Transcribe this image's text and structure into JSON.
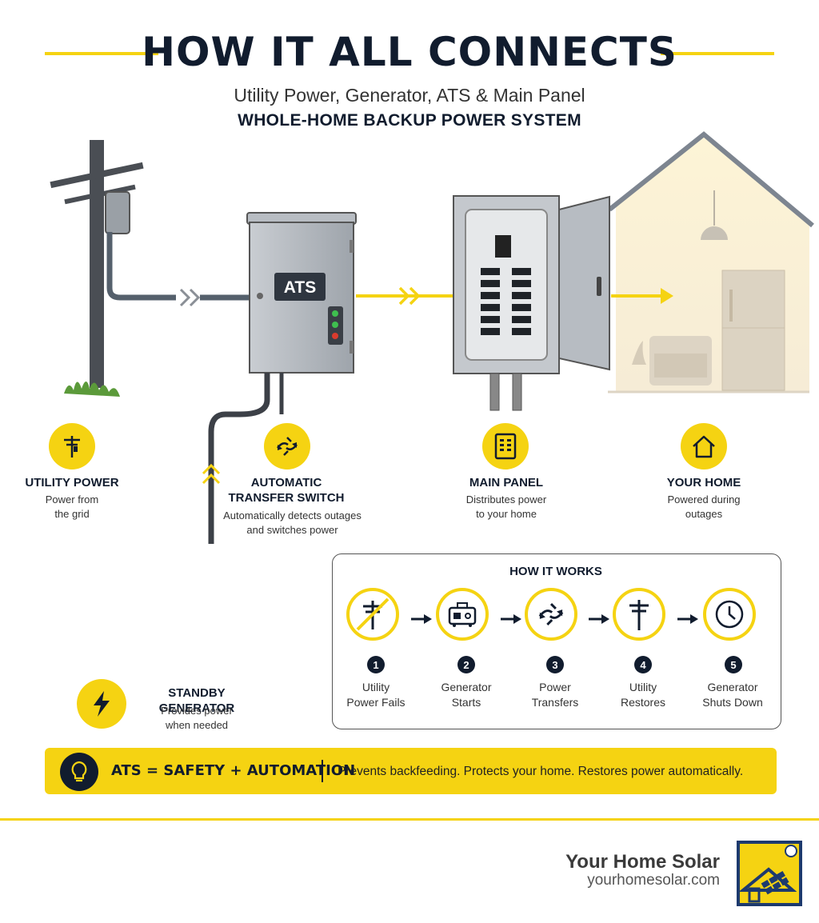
{
  "header": {
    "title": "HOW IT ALL CONNECTS",
    "subtitle": "Utility Power, Generator, ATS & Main Panel",
    "subtitle2": "WHOLE-HOME BACKUP POWER SYSTEM"
  },
  "diagram": {
    "ats_label": "ATS"
  },
  "components": {
    "utility": {
      "title": "UTILITY POWER",
      "desc1": "Power from",
      "desc2": "the grid",
      "icon": "utility-pole-icon"
    },
    "ats": {
      "title1": "AUTOMATIC",
      "title2": "TRANSFER SWITCH",
      "desc1": "Automatically detects outages",
      "desc2": "and switches power",
      "icon": "transfer-arrows-icon"
    },
    "panel": {
      "title": "MAIN PANEL",
      "desc1": "Distributes power",
      "desc2": "to your home",
      "icon": "breaker-panel-icon"
    },
    "home": {
      "title": "YOUR HOME",
      "desc1": "Powered during",
      "desc2": "outages",
      "icon": "house-icon"
    },
    "generator": {
      "title": "STANDBY GENERATOR",
      "desc1": "Provides power",
      "desc2": "when needed",
      "icon": "lightning-icon"
    }
  },
  "how_it_works": {
    "title": "HOW IT WORKS",
    "steps": [
      {
        "num": "1",
        "line1": "Utility",
        "line2": "Power Fails",
        "icon": "pole-crossed-icon"
      },
      {
        "num": "2",
        "line1": "Generator",
        "line2": "Starts",
        "icon": "generator-icon"
      },
      {
        "num": "3",
        "line1": "Power",
        "line2": "Transfers",
        "icon": "transfer-arrows-icon"
      },
      {
        "num": "4",
        "line1": "Utility",
        "line2": "Restores",
        "icon": "utility-pole-icon"
      },
      {
        "num": "5",
        "line1": "Generator",
        "line2": "Shuts Down",
        "icon": "clock-icon"
      }
    ]
  },
  "banner": {
    "headline": "ATS = SAFETY + AUTOMATION",
    "text": "Prevents backfeeding. Protects your home. Restores power automatically.",
    "icon": "lightbulb-icon"
  },
  "footer": {
    "brand": "Your Home Solar",
    "url": "yourhomesolar.com",
    "logo": "solar-house-logo"
  },
  "colors": {
    "accent": "#f5d312",
    "navy": "#111c2e",
    "gray": "#9aa0a6"
  }
}
